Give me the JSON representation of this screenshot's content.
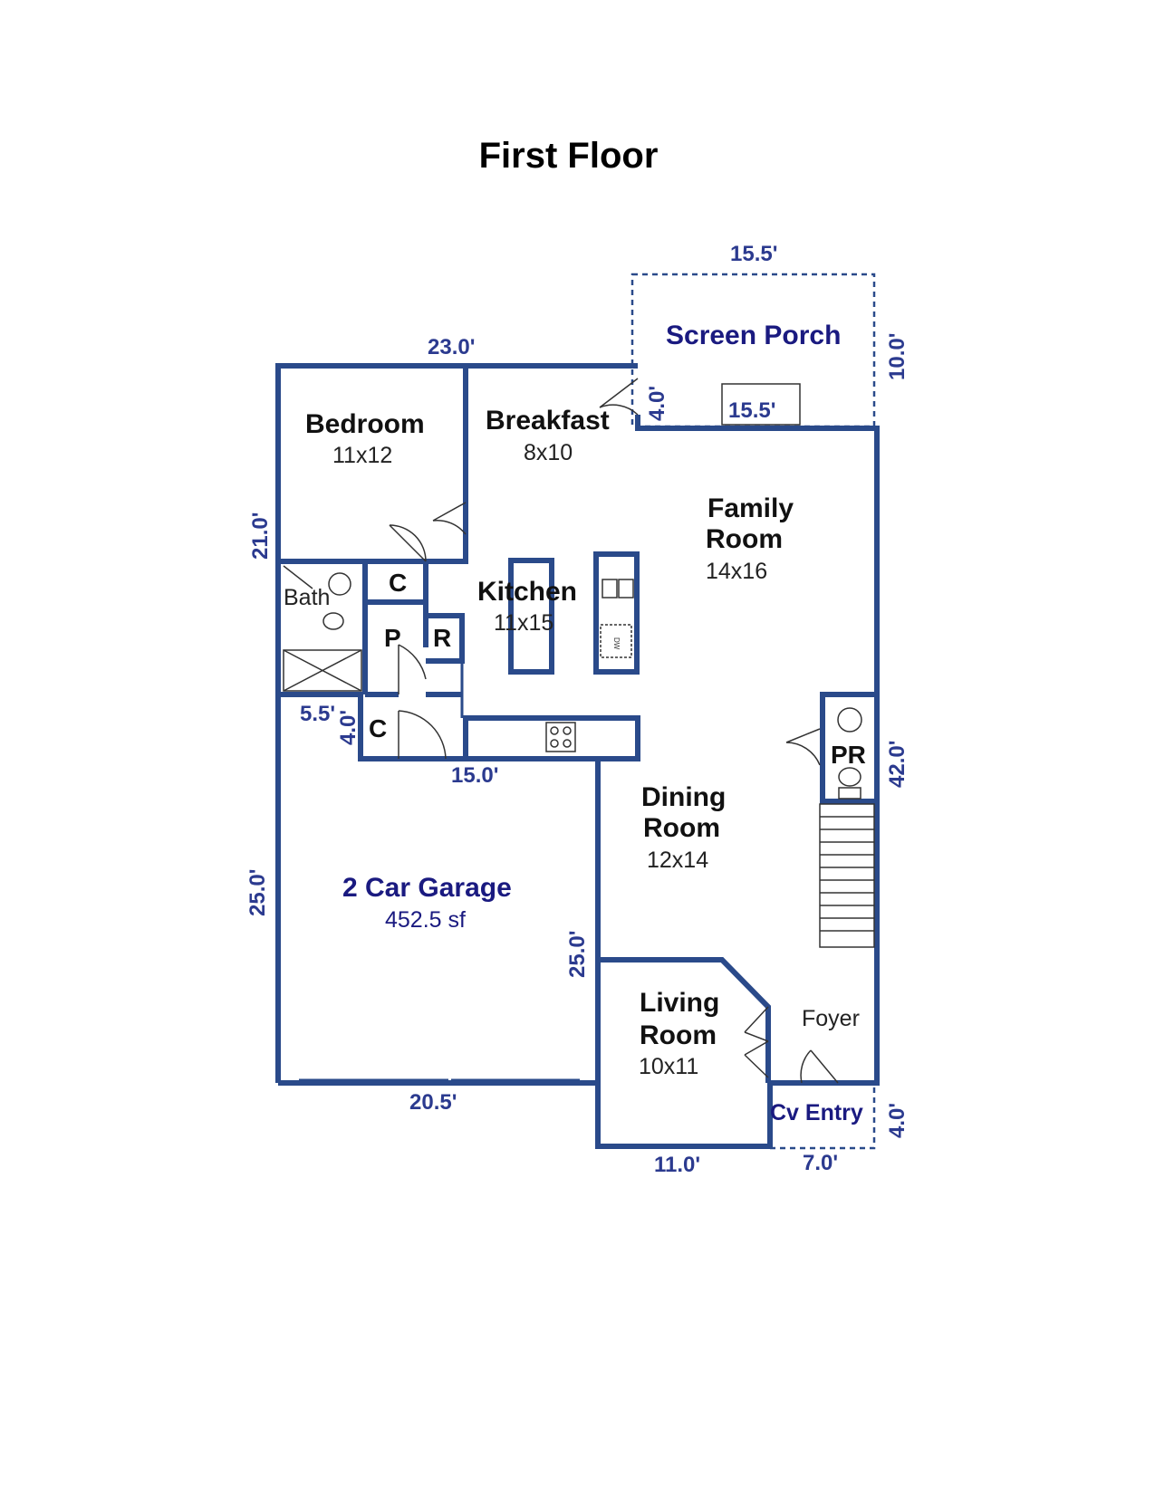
{
  "title": "First Floor",
  "rooms": {
    "bedroom": {
      "name": "Bedroom",
      "size": "11x12"
    },
    "breakfast": {
      "name": "Breakfast",
      "size": "8x10"
    },
    "family_room": {
      "name_line1": "Family",
      "name_line2": "Room",
      "size": "14x16"
    },
    "kitchen": {
      "name": "Kitchen",
      "size": "11x15"
    },
    "dining_room": {
      "name_line1": "Dining",
      "name_line2": "Room",
      "size": "12x14"
    },
    "living_room": {
      "name_line1": "Living",
      "name_line2": "Room",
      "size": "10x11"
    },
    "garage": {
      "name": "2 Car Garage",
      "size": "452.5 sf"
    },
    "screen_porch": {
      "name": "Screen Porch"
    },
    "bath": {
      "name": "Bath"
    },
    "closet_upper": {
      "name": "C"
    },
    "closet_lower": {
      "name": "C"
    },
    "pantry": {
      "name": "P"
    },
    "refrigerator": {
      "name": "R"
    },
    "powder_room": {
      "name": "PR"
    },
    "foyer": {
      "name": "Foyer"
    },
    "covered_entry": {
      "name": "Cv Entry"
    }
  },
  "fixtures": {
    "dishwasher": "DW"
  },
  "dimensions": {
    "porch_top": "15.5'",
    "porch_side": "10.0'",
    "porch_inner": "15.5'",
    "top_wall": "23.0'",
    "door_gap": "4.0'",
    "left_upper": "21.0'",
    "right_side": "42.0'",
    "closet_width": "5.5'",
    "closet_height": "4.0'",
    "garage_top": "15.0'",
    "garage_left": "25.0'",
    "garage_right": "25.0'",
    "garage_bottom": "20.5'",
    "living_bottom": "11.0'",
    "entry_bottom": "7.0'",
    "entry_side": "4.0'"
  }
}
